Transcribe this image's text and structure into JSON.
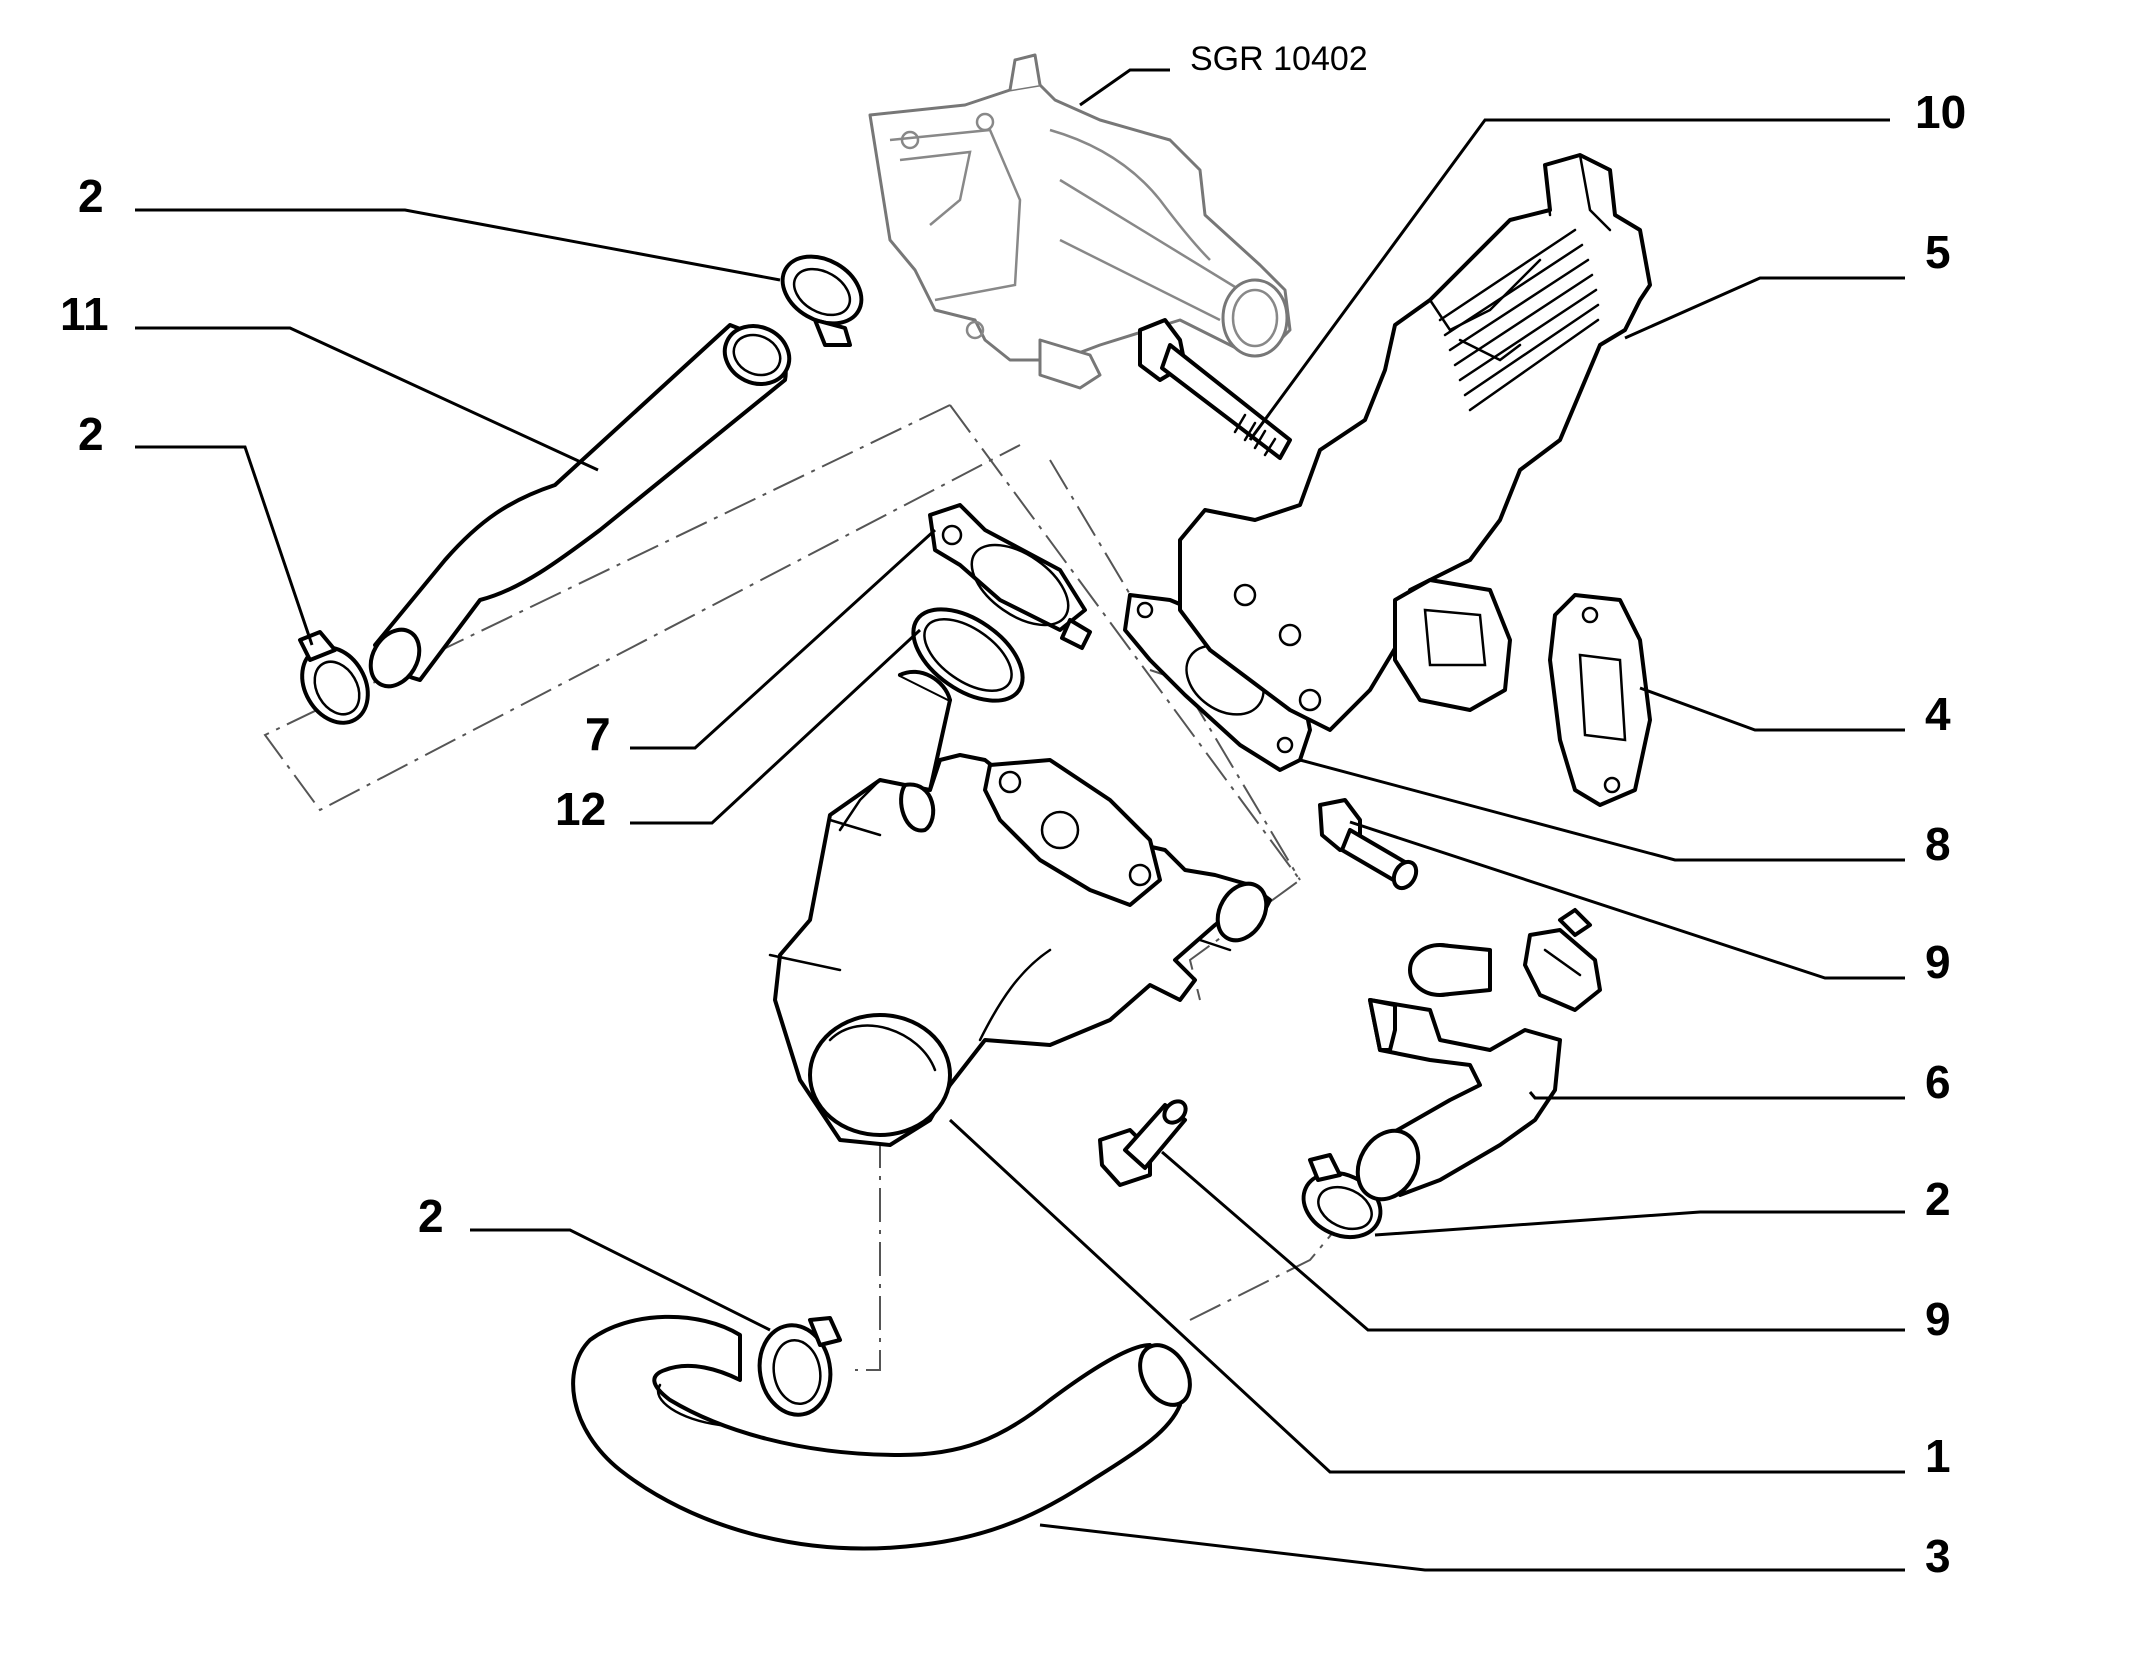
{
  "diagram": {
    "reference_code": "SGR 10402",
    "callouts": [
      {
        "id": "c-2a",
        "label": "2"
      },
      {
        "id": "c-11",
        "label": "11"
      },
      {
        "id": "c-2b",
        "label": "2"
      },
      {
        "id": "c-7",
        "label": "7"
      },
      {
        "id": "c-12",
        "label": "12"
      },
      {
        "id": "c-2c",
        "label": "2"
      },
      {
        "id": "c-10",
        "label": "10"
      },
      {
        "id": "c-5",
        "label": "5"
      },
      {
        "id": "c-4",
        "label": "4"
      },
      {
        "id": "c-8",
        "label": "8"
      },
      {
        "id": "c-9a",
        "label": "9"
      },
      {
        "id": "c-6",
        "label": "6"
      },
      {
        "id": "c-2d",
        "label": "2"
      },
      {
        "id": "c-9b",
        "label": "9"
      },
      {
        "id": "c-1",
        "label": "1"
      },
      {
        "id": "c-3",
        "label": "3"
      }
    ]
  }
}
